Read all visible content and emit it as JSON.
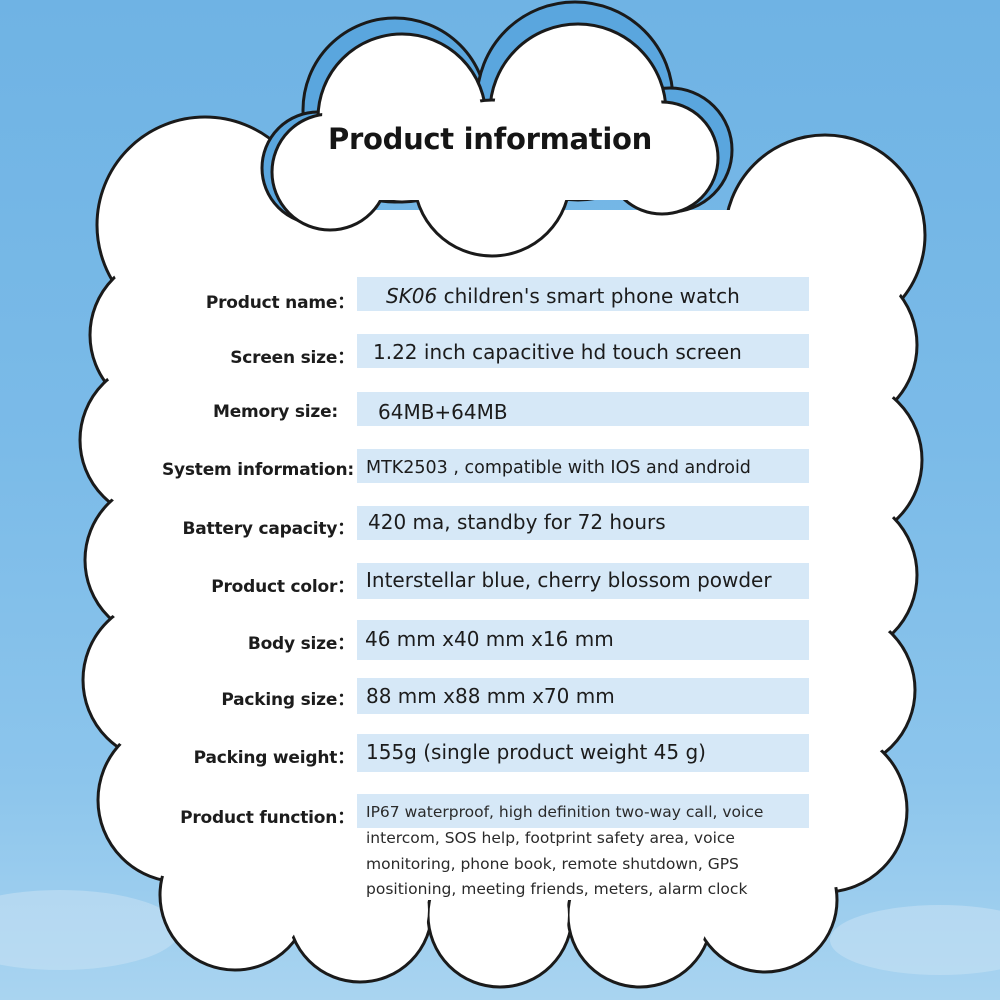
{
  "title": "Product information",
  "colors": {
    "sky": "#6fb3e4",
    "cloud": "#ffffff",
    "outline": "#1a1a1a",
    "value_highlight": "#d6e8f7"
  },
  "rows": [
    {
      "label": "Product name：",
      "model": "SK06",
      "value": " children's smart phone watch"
    },
    {
      "label": "Screen size：",
      "value": "1.22 inch capacitive hd touch screen"
    },
    {
      "label": "Memory size:",
      "value": "64MB+64MB"
    },
    {
      "label": "System information:",
      "value": "MTK2503 , compatible with IOS and android"
    },
    {
      "label": "Battery capacity：",
      "value": "420 ma, standby for 72 hours"
    },
    {
      "label": "Product color：",
      "value": "Interstellar blue, cherry blossom powder"
    },
    {
      "label": "Body size：",
      "value": "46 mm x40 mm x16 mm"
    },
    {
      "label": "Packing size：",
      "value": "88 mm x88 mm x70 mm"
    },
    {
      "label": "Packing weight：",
      "value": "155g (single product weight 45 g)"
    },
    {
      "label": "Product function：",
      "lines": [
        "IP67 waterproof, high definition two-way call, voice",
        " intercom, SOS help, footprint safety area, voice",
        "monitoring, phone book, remote shutdown, GPS",
        "positioning, meeting friends, meters, alarm clock"
      ]
    }
  ]
}
